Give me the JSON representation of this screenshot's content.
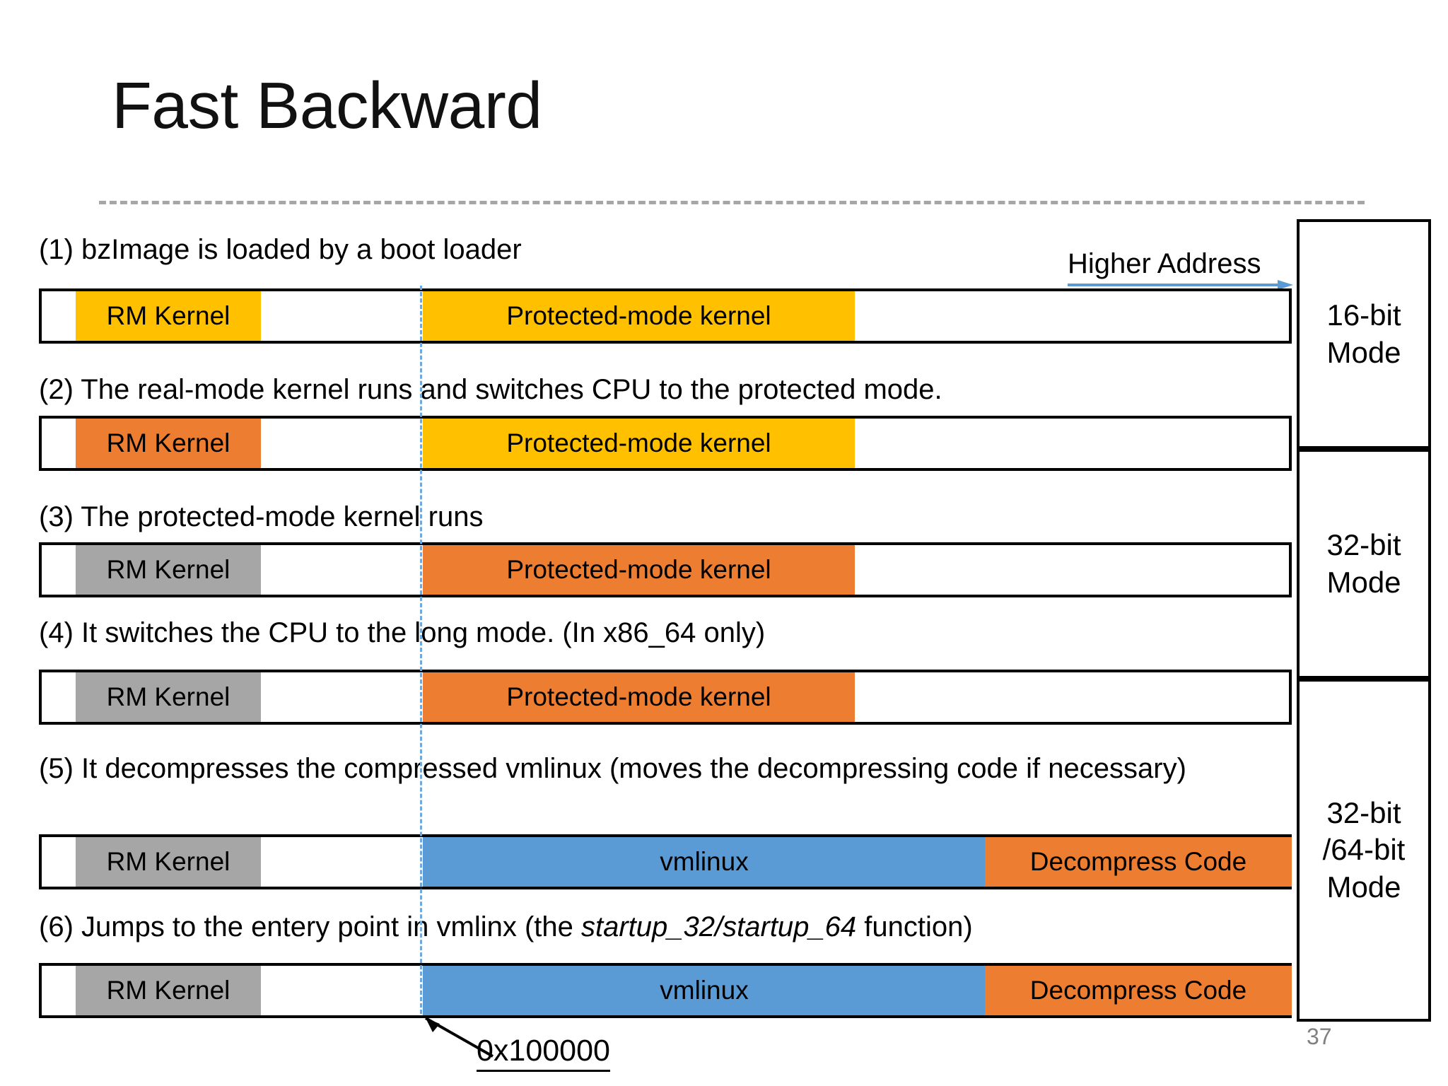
{
  "slide": {
    "title": "Fast Backward",
    "number": "37"
  },
  "annotations": {
    "higher_address": "Higher Address",
    "address_marker": "0x100000"
  },
  "steps": [
    {
      "id": "step-1",
      "text": "(1) bzImage is loaded by a boot loader"
    },
    {
      "id": "step-2",
      "text": "(2) The real-mode kernel runs and switches CPU to the protected mode."
    },
    {
      "id": "step-3",
      "text": "(3) The protected-mode kernel runs"
    },
    {
      "id": "step-4",
      "text": "(4) It switches the CPU to the long mode. (In x86_64 only)"
    },
    {
      "id": "step-5",
      "text": "(5) It decompresses the compressed vmlinux (moves the decompressing code if necessary)"
    },
    {
      "id": "step-6-prefix",
      "text": "(6) Jumps to the entery point in vmlinx (the "
    },
    {
      "id": "step-6-italic",
      "text": "startup_32/startup_64"
    },
    {
      "id": "step-6-suffix",
      "text": " function)"
    }
  ],
  "memory_bars": [
    {
      "id": "bar-1",
      "segments": [
        {
          "label": "RM Kernel",
          "color": "amber"
        },
        {
          "label": "Protected-mode kernel",
          "color": "amber"
        }
      ]
    },
    {
      "id": "bar-2",
      "segments": [
        {
          "label": "RM Kernel",
          "color": "orange"
        },
        {
          "label": "Protected-mode kernel",
          "color": "amber"
        }
      ]
    },
    {
      "id": "bar-3",
      "segments": [
        {
          "label": "RM Kernel",
          "color": "gray"
        },
        {
          "label": "Protected-mode kernel",
          "color": "orange"
        }
      ]
    },
    {
      "id": "bar-4",
      "segments": [
        {
          "label": "RM Kernel",
          "color": "gray"
        },
        {
          "label": "Protected-mode kernel",
          "color": "orange"
        }
      ]
    },
    {
      "id": "bar-5",
      "segments": [
        {
          "label": "RM Kernel",
          "color": "gray"
        },
        {
          "label": "vmlinux",
          "color": "blue"
        },
        {
          "label": "Decompress Code",
          "color": "orange"
        }
      ]
    },
    {
      "id": "bar-6",
      "segments": [
        {
          "label": "RM Kernel",
          "color": "gray"
        },
        {
          "label": "vmlinux",
          "color": "blue"
        },
        {
          "label": "Decompress Code",
          "color": "orange"
        }
      ]
    }
  ],
  "mode_column": [
    {
      "id": "mode-16",
      "label": "16-bit\nMode"
    },
    {
      "id": "mode-32",
      "label": "32-bit\nMode"
    },
    {
      "id": "mode-32-64",
      "label": "32-bit\n/64-bit\nMode"
    }
  ],
  "colors": {
    "amber": "#ffc000",
    "orange": "#ed7d31",
    "gray": "#a6a6a6",
    "blue": "#5b9bd5",
    "arrow_blue": "#5b9bd5",
    "divider_gray": "#a6a6a6",
    "slide_number_gray": "#808080"
  }
}
